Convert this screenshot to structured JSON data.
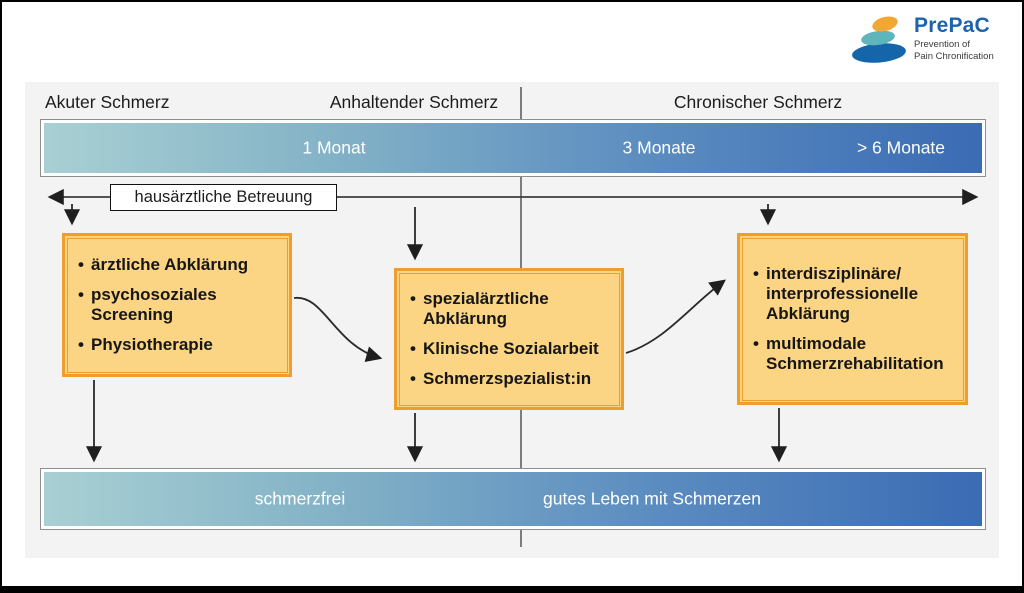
{
  "logo": {
    "title": "PrePaC",
    "subtitle": [
      "Prevention of",
      "Pain Chronification"
    ],
    "stone_colors": {
      "top": "#f1a833",
      "middle": "#5eb5bb",
      "bottom": "#1565ab"
    }
  },
  "phase_headers": [
    "Akuter Schmerz",
    "Anhaltender Schmerz",
    "Chronischer Schmerz"
  ],
  "timeline_bar": {
    "labels": [
      "1 Monat",
      "3 Monate",
      "> 6 Monate"
    ]
  },
  "care_label": "hausärztliche Betreuung",
  "treatment_boxes": [
    {
      "items": [
        "ärztliche Abklärung",
        "psychosoziales Screening",
        "Physiotherapie"
      ]
    },
    {
      "items": [
        "spezialärztliche Abklärung",
        "Klinische Sozialarbeit",
        "Schmerzspezialist:in"
      ]
    },
    {
      "items": [
        "interdisziplinäre/ interprofessionelle Abklärung",
        "multimodale Schmerzrehabilitation"
      ]
    }
  ],
  "outcome_bar": {
    "labels": [
      "schmerzfrei",
      "gutes Leben mit Schmerzen"
    ]
  },
  "colors": {
    "bar_gradient_start": "#a9d0d3",
    "bar_gradient_end": "#3a6bb4",
    "box_fill": "#fbd584",
    "box_border": "#ef9e2e",
    "panel_bg": "#f2f3f2",
    "logo_blue": "#1d64ad"
  }
}
